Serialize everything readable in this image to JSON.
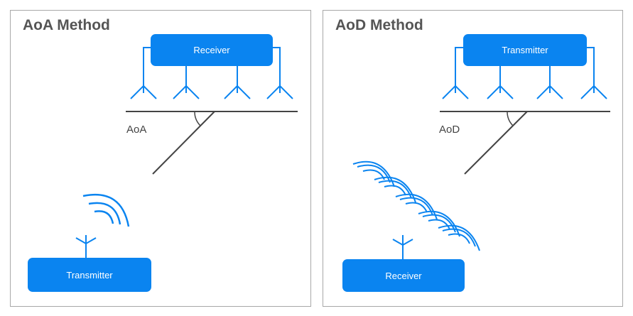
{
  "panels": [
    {
      "title": "AoA Method",
      "array_label": "Receiver",
      "angle_label": "AoA",
      "device_label": "Transmitter"
    },
    {
      "title": "AoD Method",
      "array_label": "Transmitter",
      "angle_label": "AoD",
      "device_label": "Receiver"
    }
  ],
  "colors": {
    "accent": "#0a84f0",
    "line": "#444444",
    "border": "#a8a8a8",
    "title": "#555555"
  }
}
